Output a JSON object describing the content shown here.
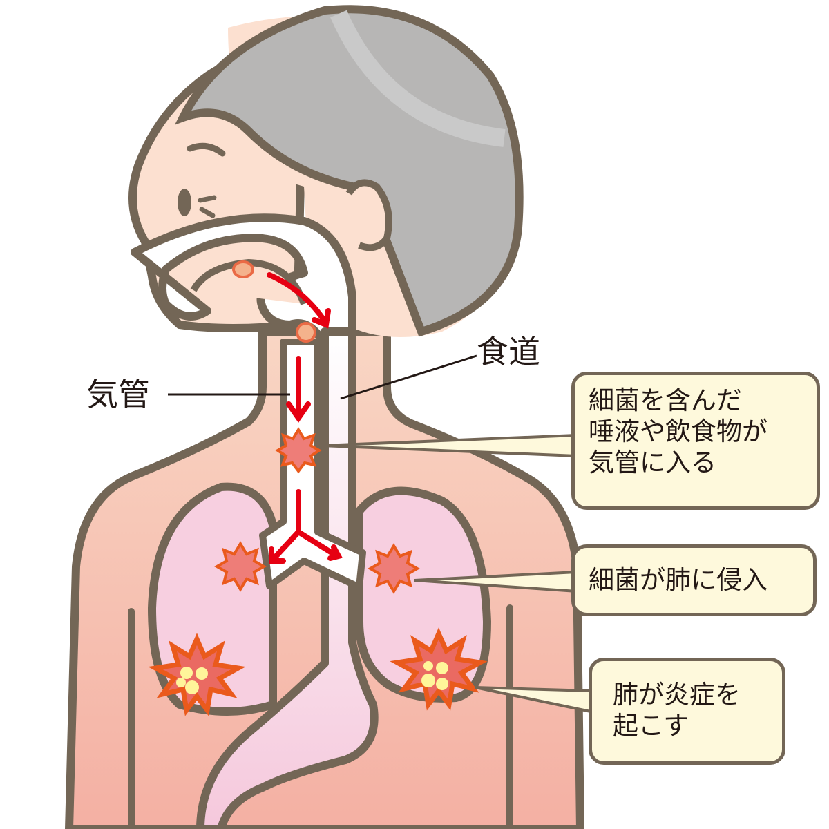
{
  "diagram": {
    "subject": "aspiration-pneumonia-illustration",
    "labels": {
      "trachea": "気管",
      "esophagus": "食道"
    },
    "callouts": [
      {
        "id": "step1",
        "lines": [
          "細菌を含んだ",
          "唾液や飲食物が",
          "気管に入る"
        ]
      },
      {
        "id": "step2",
        "lines": [
          "細菌が肺に侵入"
        ]
      },
      {
        "id": "step3",
        "lines": [
          "肺が炎症を",
          "起こす"
        ]
      }
    ],
    "colors": {
      "outline": "#736656",
      "hair": "#b7b6b5",
      "hair_highlight": "#c9c9c9",
      "skin": "#fce0d0",
      "torso_top": "#f9d3c0",
      "torso_bottom": "#f4b3a5",
      "lung": "#f7cfe0",
      "airway": "#ffffff",
      "arrow": "#e60012",
      "bacteria_fill": "#ee7d78",
      "bacteria_stroke": "#ea5a1c",
      "spots": "#fff59a",
      "callout_bg": "#fef9dc"
    }
  }
}
